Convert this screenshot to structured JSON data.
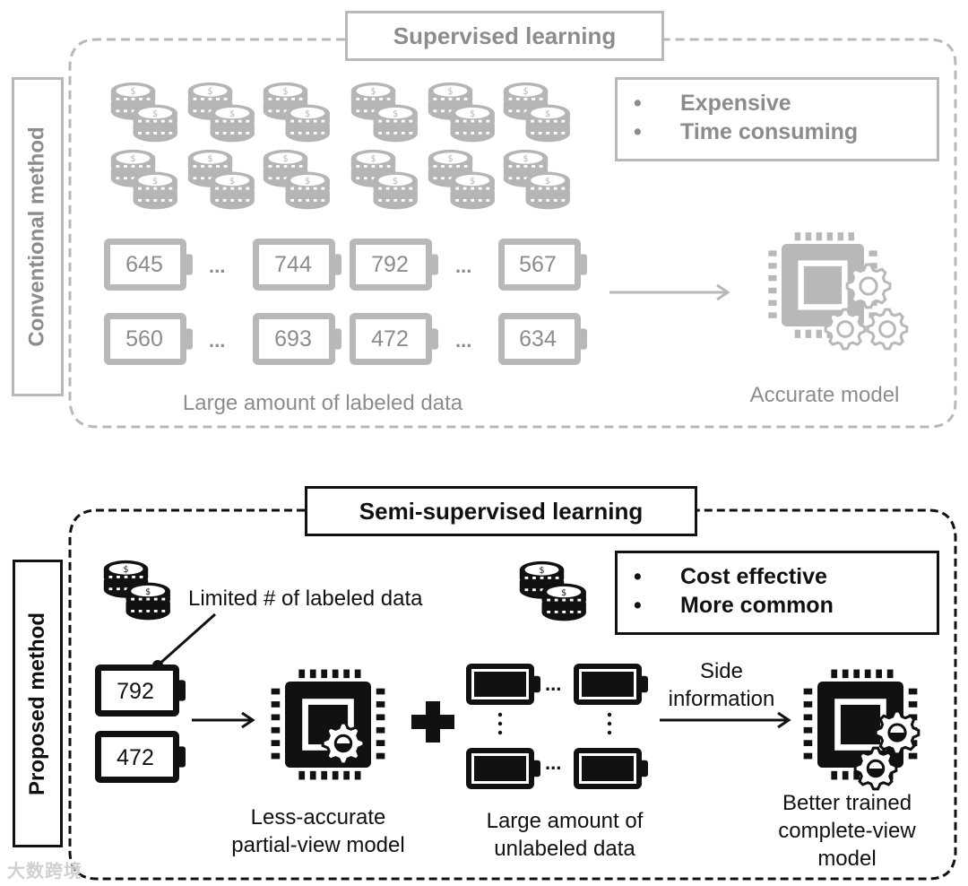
{
  "conventional": {
    "section_title": "Supervised learning",
    "side_label": "Conventional method",
    "bullets": [
      "Expensive",
      "Time consuming"
    ],
    "data_rows": [
      [
        "645",
        "744",
        "792",
        "567"
      ],
      [
        "560",
        "693",
        "472",
        "634"
      ]
    ],
    "ellipsis": "...",
    "data_caption": "Large amount of labeled data",
    "model_caption": "Accurate model",
    "color": "#b3b3b3",
    "text_color": "#8c8c8c"
  },
  "proposed": {
    "section_title": "Semi-supervised learning",
    "side_label": "Proposed method",
    "bullets": [
      "Cost effective",
      "More common"
    ],
    "labeled_callout": "Limited # of labeled data",
    "labeled_data": [
      "792",
      "472"
    ],
    "partial_model_caption": [
      "Less-accurate",
      "partial-view model"
    ],
    "unlabeled_caption": [
      "Large amount of",
      "unlabeled data"
    ],
    "side_info_label": [
      "Side",
      "information"
    ],
    "final_model_caption": [
      "Better trained",
      "complete-view",
      "model"
    ],
    "ellipsis": "...",
    "color": "#111111"
  },
  "icons": {
    "coins": "coin-stack-icon",
    "battery": "battery-icon",
    "chip": "chip-icon",
    "gear": "gear-icon",
    "arrow": "arrow-right-icon",
    "plus": "plus-icon"
  },
  "watermark": "大数跨境"
}
